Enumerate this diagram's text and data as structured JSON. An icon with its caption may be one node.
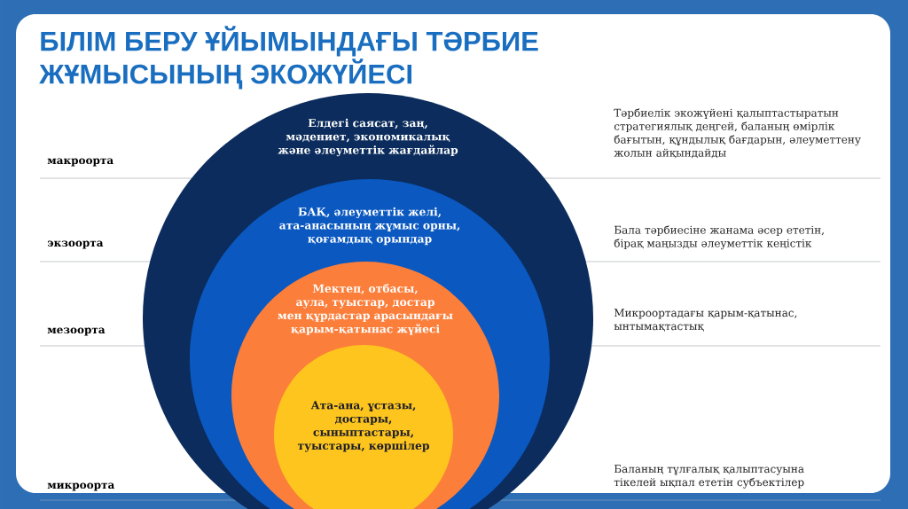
{
  "diagram": {
    "title": "БІЛІМ БЕРУ ҰЙЫМЫНДАҒЫ ТӘРБИЕ ЖҰМЫСЫНЫҢ ЭКОЖҮЙЕСІ",
    "nodes": [
      {
        "text": [
          "Елдегі саясат, заң, мәдениет, экономикалық және әлеуметтік жағдайлар"
        ]
      },
      {
        "text": [
          "БАҚ, әлеуметтік желі, ата-анасының жұмыс орны, қоғамдық орындар"
        ],
        "in": 0
      },
      {
        "text": [
          "Мектеп, отбасы, аула, туыстар, достар мен құрдастар арасындағы қарым-қатынас жүйесі"
        ],
        "in": 1
      },
      {
        "text": [
          "Ата-ана, ұстазы, достары, сыныптастары, туыстары, көршілер"
        ],
        "in": 2
      }
    ],
    "labels": [
      "макроорта",
      "Тәрбиелік экожүйені қалыптастыратын стратегиялық деңгей, баланың өмірлік бағытын, құндылық бағдарын, әлеуметтену жолын айқындайды",
      "экзоорта",
      "Бала тәрбиесіне жанама әсер ететін, бірақ маңызды әлеуметтік кеңістік",
      "мезоорта",
      "Микроортадағы қарым-қатынас, ынтымақтастық",
      "микроорта",
      "Баланың тұлғалық қалыптасуына тікелей ықпал ететін субъектілер"
    ]
  }
}
